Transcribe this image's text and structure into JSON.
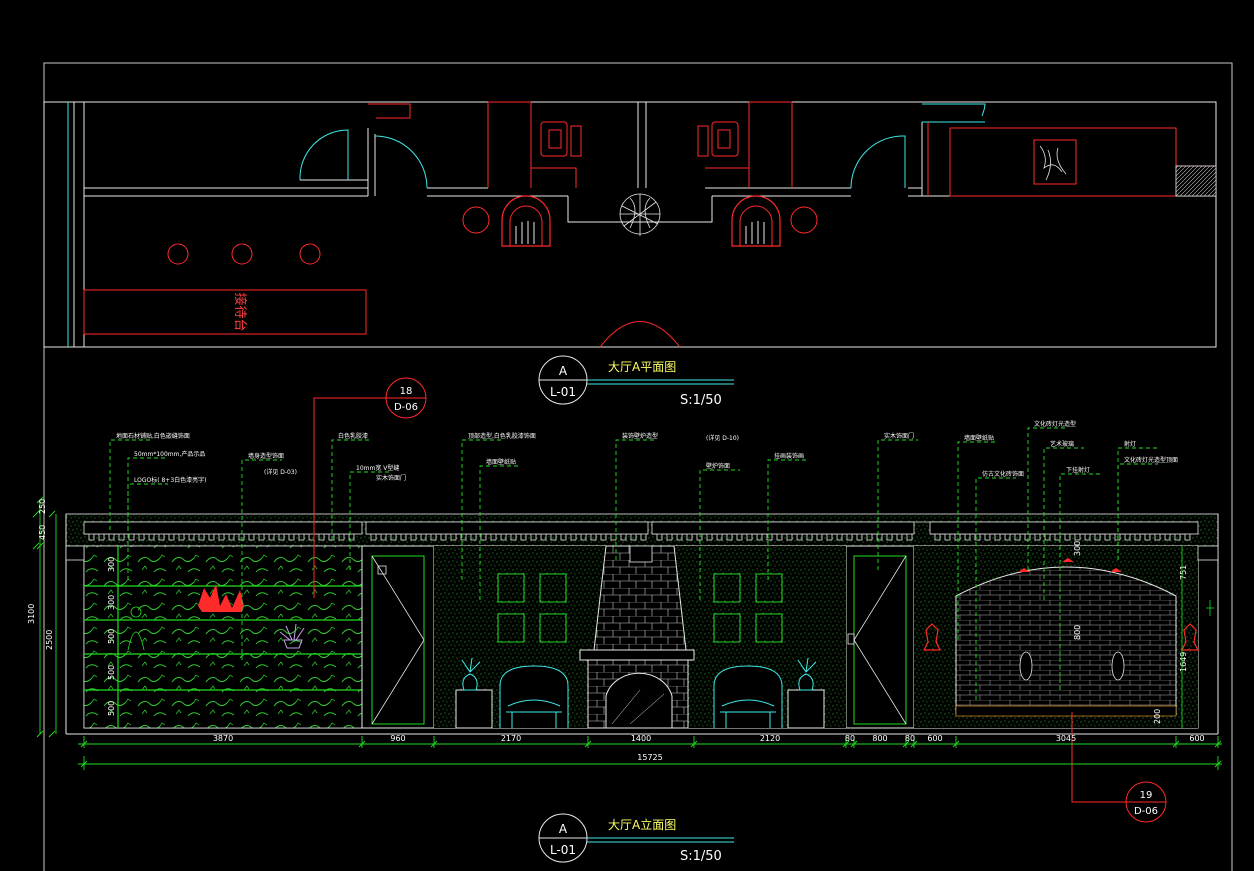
{
  "plan_view": {
    "title": "大厅A平面图",
    "scale": "S:1/50",
    "bubble": {
      "letter": "A",
      "sheet": "L-01"
    },
    "counter_label": "接待台"
  },
  "elevation_view": {
    "title": "大厅A立面图",
    "scale": "S:1/50",
    "bubble": {
      "letter": "A",
      "sheet": "L-01"
    },
    "callouts": [
      {
        "number": "18",
        "sheet": "D-06"
      },
      {
        "number": "19",
        "sheet": "D-06"
      }
    ],
    "dimensions_horizontal": [
      "3870",
      "960",
      "2170",
      "1400",
      "2120",
      "80",
      "800",
      "80",
      "600",
      "3045",
      "600"
    ],
    "overall_dimension": "15725",
    "dimensions_vertical": [
      "450",
      "250",
      "3100",
      "2500"
    ],
    "shelf_dimensions": [
      "300",
      "300",
      "500",
      "500",
      "500"
    ],
    "right_dimensions": [
      "751",
      "1649",
      "200"
    ],
    "center_dimensions": [
      "300",
      "800"
    ],
    "annotations": [
      {
        "text": "地面石材铺贴,白色嵌缝饰面",
        "group": "left"
      },
      {
        "text": "50mm*100mm,产品示品",
        "group": "left"
      },
      {
        "text": "LOGO标(  8+3白色漆亮字)",
        "group": "left"
      },
      {
        "text": "墙身造型饰面",
        "group": "left"
      },
      {
        "text": "(详见  D-03)",
        "group": "left"
      },
      {
        "text": "白色乳胶漆",
        "group": "left"
      },
      {
        "text": "10mm宽 V型缝",
        "group": "left"
      },
      {
        "text": "实木饰面门",
        "group": "left"
      },
      {
        "text": "顶部造型,白色乳胶漆饰面",
        "group": "center"
      },
      {
        "text": "墙面壁纸贴",
        "group": "center"
      },
      {
        "text": "装饰壁炉造型",
        "group": "center"
      },
      {
        "text": "(详见  D-10)",
        "group": "center"
      },
      {
        "text": "壁炉饰面",
        "group": "center"
      },
      {
        "text": "挂画装饰画",
        "group": "center"
      },
      {
        "text": "实木饰面门",
        "group": "right"
      },
      {
        "text": "墙面壁纸贴",
        "group": "right"
      },
      {
        "text": "仿古文化砖饰面",
        "group": "right"
      },
      {
        "text": "文化砖灯光造型",
        "group": "right"
      },
      {
        "text": "艺术玻璃",
        "group": "right"
      },
      {
        "text": "下挂射灯",
        "group": "right"
      },
      {
        "text": "射灯",
        "group": "right"
      },
      {
        "text": "文化砖灯光造型顶面",
        "group": "right"
      }
    ]
  },
  "colors": {
    "background": "#000000",
    "white_line": "#e8e8e8",
    "red_line": "#ff2a2a",
    "cyan_line": "#3ee8e8",
    "green_line": "#22dd22",
    "title_yellow": "#ffff66"
  }
}
